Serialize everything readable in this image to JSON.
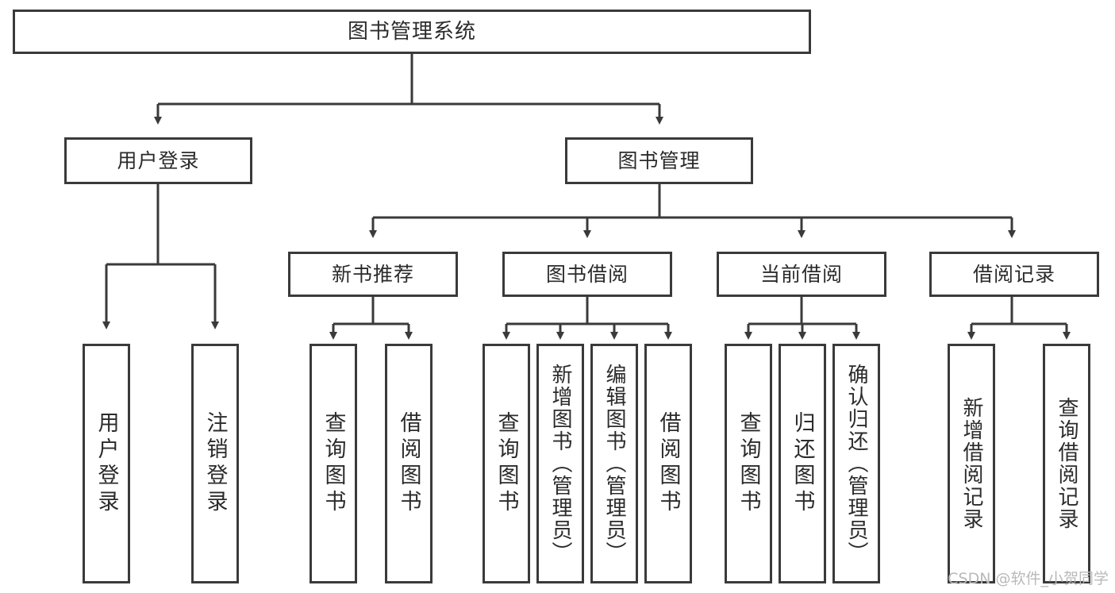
{
  "diagram": {
    "title": "图书管理系统",
    "type": "tree-hierarchy",
    "stroke_color": "#3a3a3a",
    "text_color": "#2b2b2b",
    "background_color": "#ffffff"
  },
  "nodes": {
    "root": {
      "label": "图书管理系统"
    },
    "level2": [
      {
        "label": "用户登录"
      },
      {
        "label": "图书管理"
      }
    ],
    "level3": [
      {
        "label": "新书推荐"
      },
      {
        "label": "图书借阅"
      },
      {
        "label": "当前借阅"
      },
      {
        "label": "借阅记录"
      }
    ],
    "leaves_user_login": [
      {
        "label": "用户登录"
      },
      {
        "label": "注销登录"
      }
    ],
    "leaves_new_book": [
      {
        "label": "查询图书"
      },
      {
        "label": "借阅图书"
      }
    ],
    "leaves_borrow": [
      {
        "label": "查询图书"
      },
      {
        "label": "新增图书（管理员）"
      },
      {
        "label": "编辑图书（管理员）"
      },
      {
        "label": "借阅图书"
      }
    ],
    "leaves_current": [
      {
        "label": "查询图书"
      },
      {
        "label": "归还图书"
      },
      {
        "label": "确认归还（管理员）"
      }
    ],
    "leaves_record": [
      {
        "label": "新增借阅记录"
      },
      {
        "label": "查询借阅记录"
      }
    ]
  },
  "watermark": {
    "text": "CSDN @软件_小贺同学"
  }
}
